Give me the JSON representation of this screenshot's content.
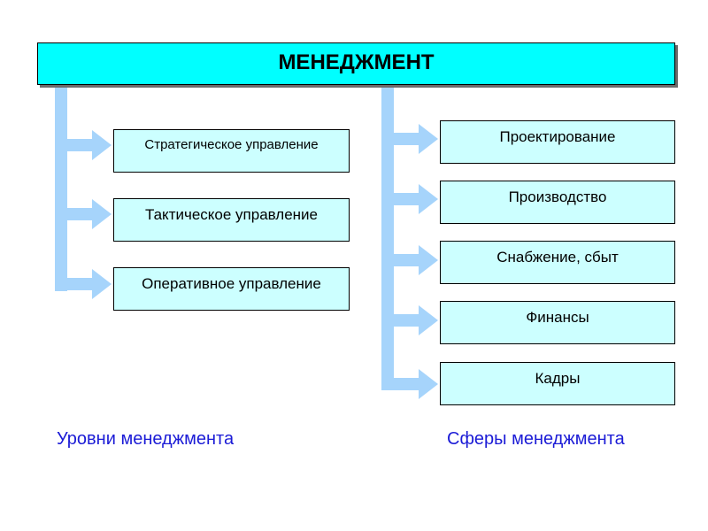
{
  "title": "МЕНЕДЖМЕНТ",
  "levels": {
    "caption": "Уровни менеджмента",
    "items": [
      {
        "label": "Стратегическое управление"
      },
      {
        "label": "Тактическое управление"
      },
      {
        "label": "Оперативное управление"
      }
    ]
  },
  "spheres": {
    "caption": "Сферы менеджмента",
    "items": [
      {
        "label": "Проектирование"
      },
      {
        "label": "Производство"
      },
      {
        "label": "Снабжение, сбыт"
      },
      {
        "label": "Финансы"
      },
      {
        "label": "Кадры"
      }
    ]
  },
  "colors": {
    "header_fill": "#00ffff",
    "box_fill": "#ccffff",
    "connector": "#a6d4fb",
    "caption_text": "#1b1bd6"
  }
}
